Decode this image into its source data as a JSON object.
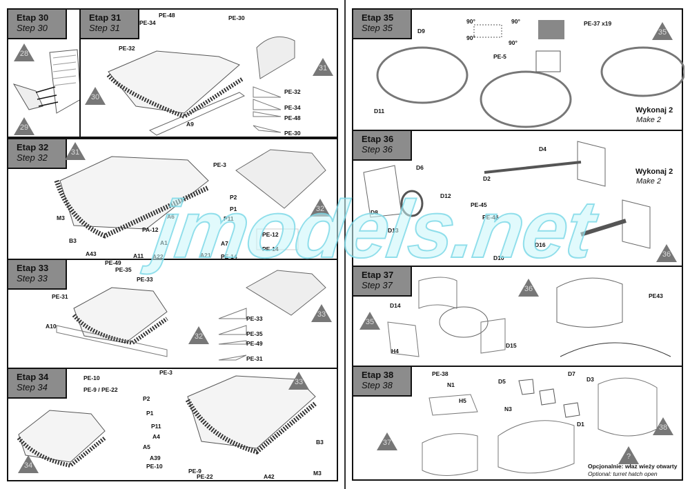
{
  "steps": {
    "s30": {
      "pl": "Etap 30",
      "en": "Step 30"
    },
    "s31": {
      "pl": "Etap 31",
      "en": "Step 31",
      "labels": [
        "PE-48",
        "PE-34",
        "PE-30",
        "PE-32",
        "A9"
      ],
      "legend": [
        "PE-32",
        "PE-34",
        "PE-48",
        "PE-30"
      ]
    },
    "s32": {
      "pl": "Etap 32",
      "en": "Step 32",
      "labels": [
        "PE-3",
        "P2",
        "P1",
        "P11",
        "M3",
        "B3",
        "PA-12",
        "A6",
        "A1",
        "A7",
        "A43",
        "A11",
        "A22",
        "A21",
        "PE-14"
      ],
      "legend": [
        "PE-12",
        "PE-14"
      ]
    },
    "s33": {
      "pl": "Etap 33",
      "en": "Step 33",
      "labels": [
        "PE-49",
        "PE-35",
        "PE-33",
        "PE-31",
        "A10"
      ],
      "legend": [
        "PE-33",
        "PE-35",
        "PE-49",
        "PE-31"
      ]
    },
    "s34": {
      "pl": "Etap 34",
      "en": "Step 34",
      "labels": [
        "PE-10",
        "PE-9 / PE-22",
        "PE-3",
        "P2",
        "P1",
        "P11",
        "A4",
        "A5",
        "A39",
        "PE-10",
        "PE-9",
        "PE-22",
        "A42",
        "B3",
        "M3"
      ]
    },
    "s35": {
      "pl": "Etap 35",
      "en": "Step 35",
      "labels": [
        "D9",
        "D11",
        "90°",
        "90°",
        "90°",
        "90°",
        "PE-37 x19",
        "PE-5"
      ],
      "make_pl": "Wykonaj 2",
      "make_en": "Make 2"
    },
    "s36": {
      "pl": "Etap 36",
      "en": "Step 36",
      "labels": [
        "D4",
        "D6",
        "D2",
        "D12",
        "PE-45",
        "PE-46",
        "D8",
        "D13",
        "D16",
        "D10"
      ],
      "make_pl": "Wykonaj 2",
      "make_en": "Make 2"
    },
    "s37": {
      "pl": "Etap 37",
      "en": "Step 37",
      "labels": [
        "D14",
        "H4",
        "D15",
        "PE43"
      ]
    },
    "s38": {
      "pl": "Etap 38",
      "en": "Step 38",
      "labels": [
        "PE-38",
        "N1",
        "H5",
        "D5",
        "D7",
        "D3",
        "N3",
        "D1"
      ],
      "opt_pl": "Opcjonalnie: właz wieży otwarty",
      "opt_en": "Optional: turret hatch open"
    }
  },
  "triangles": [
    "28",
    "29",
    "30",
    "31",
    "31",
    "32",
    "32",
    "33",
    "33",
    "34",
    "35",
    "36",
    "36",
    "35",
    "37",
    "38",
    "?"
  ],
  "watermark": "jmodels.net"
}
